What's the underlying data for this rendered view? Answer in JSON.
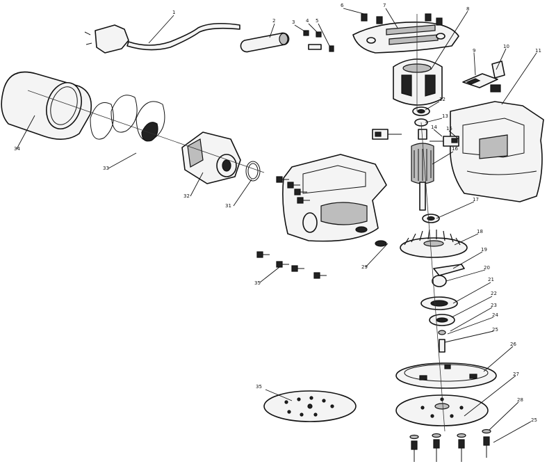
{
  "diagram": {
    "type": "exploded-parts-view",
    "callouts": [
      "1",
      "2",
      "3",
      "4",
      "5",
      "6",
      "7",
      "8",
      "9",
      "10",
      "11",
      "12",
      "13",
      "14",
      "15",
      "16",
      "17",
      "18",
      "19",
      "20",
      "21",
      "22",
      "23",
      "24",
      "25",
      "26",
      "27",
      "28",
      "29",
      "31",
      "32",
      "33",
      "34",
      "35",
      "25",
      "35"
    ]
  },
  "colors": {
    "line": "#111111",
    "background": "#ffffff",
    "shade": "#bdbdbd"
  }
}
